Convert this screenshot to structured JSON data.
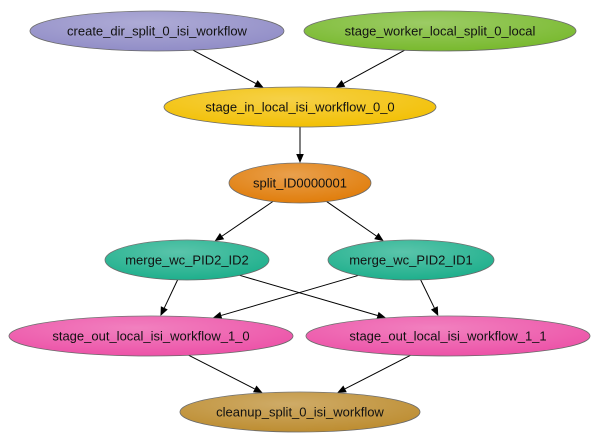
{
  "diagram": {
    "nodes": [
      {
        "id": "create_dir",
        "label": "create_dir_split_0_isi_workflow",
        "color": "#8F8BC6"
      },
      {
        "id": "stage_worker",
        "label": "stage_worker_local_split_0_local",
        "color": "#76B82A"
      },
      {
        "id": "stage_in",
        "label": "stage_in_local_isi_workflow_0_0",
        "color": "#F2BF00"
      },
      {
        "id": "split",
        "label": "split_ID0000001",
        "color": "#E07B07"
      },
      {
        "id": "merge_id2",
        "label": "merge_wc_PID2_ID2",
        "color": "#1AAE8A"
      },
      {
        "id": "merge_id1",
        "label": "merge_wc_PID2_ID1",
        "color": "#1AAE8A"
      },
      {
        "id": "stage_out_0",
        "label": "stage_out_local_isi_workflow_1_0",
        "color": "#EC4FA6"
      },
      {
        "id": "stage_out_1",
        "label": "stage_out_local_isi_workflow_1_1",
        "color": "#EC4FA6"
      },
      {
        "id": "cleanup",
        "label": "cleanup_split_0_isi_workflow",
        "color": "#BC8B2D"
      }
    ],
    "edges": [
      {
        "from": "create_dir",
        "to": "stage_in"
      },
      {
        "from": "stage_worker",
        "to": "stage_in"
      },
      {
        "from": "stage_in",
        "to": "split"
      },
      {
        "from": "split",
        "to": "merge_id2"
      },
      {
        "from": "split",
        "to": "merge_id1"
      },
      {
        "from": "merge_id2",
        "to": "stage_out_0"
      },
      {
        "from": "merge_id2",
        "to": "stage_out_1"
      },
      {
        "from": "merge_id1",
        "to": "stage_out_0"
      },
      {
        "from": "merge_id1",
        "to": "stage_out_1"
      },
      {
        "from": "stage_out_0",
        "to": "cleanup"
      },
      {
        "from": "stage_out_1",
        "to": "cleanup"
      }
    ]
  }
}
